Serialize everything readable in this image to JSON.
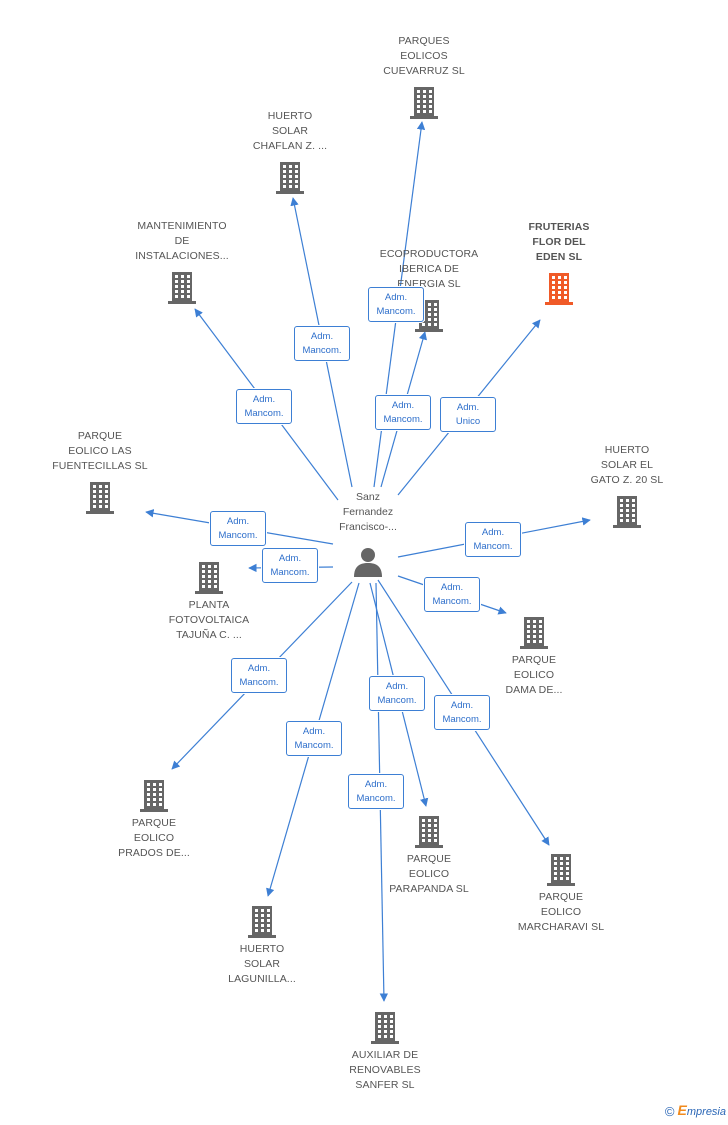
{
  "center": {
    "name": "Sanz\nFernandez\nFrancisco-..."
  },
  "nodes": [
    {
      "id": "cuevarruz",
      "label": "PARQUES\nEOLICOS\nCUEVARRUZ SL"
    },
    {
      "id": "chaflan",
      "label": "HUERTO\nSOLAR\nCHAFLAN Z. ..."
    },
    {
      "id": "mantenimiento",
      "label": "MANTENIMIENTO\nDE\nINSTALACIONES..."
    },
    {
      "id": "ecoproductora",
      "label": "ECOPRODUCTORA\nIBERICA DE\nENERGIA SL"
    },
    {
      "id": "fruterias",
      "label": "FRUTERIAS\nFLOR DEL\nEDEN SL",
      "highlight": true
    },
    {
      "id": "fuentecillas",
      "label": "PARQUE\nEOLICO LAS\nFUENTECILLAS SL"
    },
    {
      "id": "gato",
      "label": "HUERTO\nSOLAR EL\nGATO Z.  20 SL"
    },
    {
      "id": "tajuna",
      "label": "PLANTA\nFOTOVOLTAICA\nTAJUÑA C. ..."
    },
    {
      "id": "dama",
      "label": "PARQUE\nEOLICO\nDAMA DE..."
    },
    {
      "id": "prados",
      "label": "PARQUE\nEOLICO\nPRADOS DE..."
    },
    {
      "id": "parapanda",
      "label": "PARQUE\nEOLICO\nPARAPANDA SL"
    },
    {
      "id": "marcharavi",
      "label": "PARQUE\nEOLICO\nMARCHARAVI SL"
    },
    {
      "id": "lagunilla",
      "label": "HUERTO\nSOLAR\nLAGUNILLA..."
    },
    {
      "id": "sanfer",
      "label": "AUXILIAR DE\nRENOVABLES\nSANFER SL"
    }
  ],
  "roles": [
    {
      "target": "cuevarruz",
      "label": "Adm.\nMancom."
    },
    {
      "target": "chaflan",
      "label": "Adm.\nMancom."
    },
    {
      "target": "mantenimiento",
      "label": "Adm.\nMancom."
    },
    {
      "target": "ecoproductora",
      "label": "Adm.\nMancom."
    },
    {
      "target": "fruterias",
      "label": "Adm.\nUnico"
    },
    {
      "target": "fuentecillas",
      "label": "Adm.\nMancom."
    },
    {
      "target": "gato",
      "label": "Adm.\nMancom."
    },
    {
      "target": "tajuna",
      "label": "Adm.\nMancom."
    },
    {
      "target": "dama",
      "label": "Adm.\nMancom."
    },
    {
      "target": "prados",
      "label": "Adm.\nMancom."
    },
    {
      "target": "parapanda",
      "label": "Adm.\nMancom."
    },
    {
      "target": "marcharavi",
      "label": "Adm.\nMancom."
    },
    {
      "target": "lagunilla",
      "label": "Adm.\nMancom."
    },
    {
      "target": "sanfer",
      "label": "Adm.\nMancom."
    }
  ],
  "colors": {
    "edge": "#3d7fd4",
    "building": "#666666",
    "building_highlight": "#f05a28",
    "badge_text": "#2e6fcb"
  },
  "icons": {
    "company": "building-icon",
    "person": "person-icon"
  },
  "footer": {
    "copyright": "©",
    "brand_initial": "E",
    "brand_rest": "mpresia"
  }
}
